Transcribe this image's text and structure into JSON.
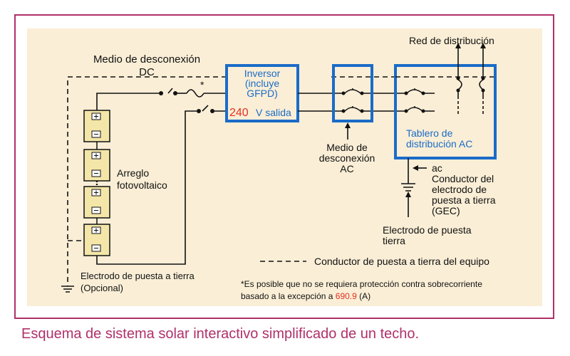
{
  "colors": {
    "frame": "#b0306a",
    "panel": "#faeed6",
    "box_stroke": "#1a6cc8",
    "box_text": "#1a6cc8",
    "highlight": "#e53020",
    "module_fill": "#f3e6a8"
  },
  "labels": {
    "dc_disconnect": [
      "Medio de desconexión",
      "DC"
    ],
    "asterisk": "*",
    "inverter": [
      "Inversor",
      "(incluye",
      "GFPD)"
    ],
    "output_voltage_value": "240",
    "output_voltage_unit": "V salida",
    "ac_disconnect": [
      "Medio de",
      "desconexión",
      "AC"
    ],
    "ac_panel": [
      "Tablero de",
      "distribución AC"
    ],
    "grid": "Red de distribución",
    "pv_array": [
      "Arreglo",
      "fotovoltaico"
    ],
    "gec": [
      "ac",
      "Conductor del",
      "electrodo de",
      "puesta a tierra",
      "(GEC)"
    ],
    "grounding_electrode": [
      "Electrodo de puesta",
      "tierra"
    ],
    "optional_electrode": [
      "Electrodo de puesta a tierra",
      "(Opcional)"
    ],
    "legend_line": "Conductor de puesta a tierra del equipo",
    "footnote_line1": "*Es posible que no se requiera protección contra sobrecorriente",
    "footnote_line2_before": "basado a la excepción a ",
    "footnote_ref": "690.9",
    "footnote_line2_after": " (A)"
  },
  "caption": "Esquema de sistema solar interactivo simplificado de un techo."
}
